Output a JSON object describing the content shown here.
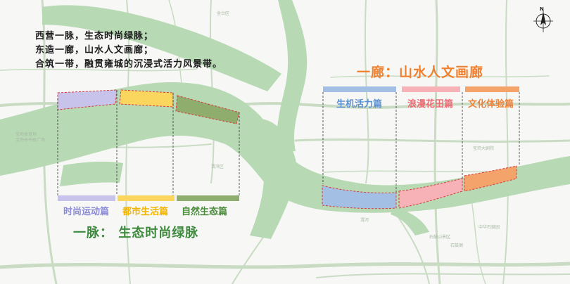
{
  "intro": {
    "line1": "西营一脉，生态时尚绿脉；",
    "line2": "东造一廊，山水人文画廊；",
    "line3": "合筑一带，融贯雍城的沉浸式活力风景带。"
  },
  "corridor": {
    "title": "一廊：山水人文画廊",
    "sections": [
      "生机活力篇",
      "浪漫花田篇",
      "文化体验篇"
    ],
    "colors": [
      "#a3bfe3",
      "#f7b2b8",
      "#f4a36a"
    ]
  },
  "vein": {
    "title": "一脉：   生态时尚绿脉",
    "sections": [
      "时尚运动篇",
      "都市生活篇",
      "自然生态篇"
    ],
    "colors": [
      "#c8c3ea",
      "#fbd65e",
      "#8fae6d"
    ]
  },
  "compass": {
    "north_label": "N"
  },
  "road_labels": [
    "宝鸡体育场",
    "宝鸡市市政广场",
    "渭河",
    "渭滨区",
    "金台区",
    "宝鸡大剧院",
    "中华石鼓园",
    "石鼓山景区",
    "石鼓阁"
  ],
  "colors": {
    "water": "#b7d9b4",
    "roads": "#c9dbc3",
    "boundary": "#d63a3a",
    "land": "#f7f8f6"
  }
}
